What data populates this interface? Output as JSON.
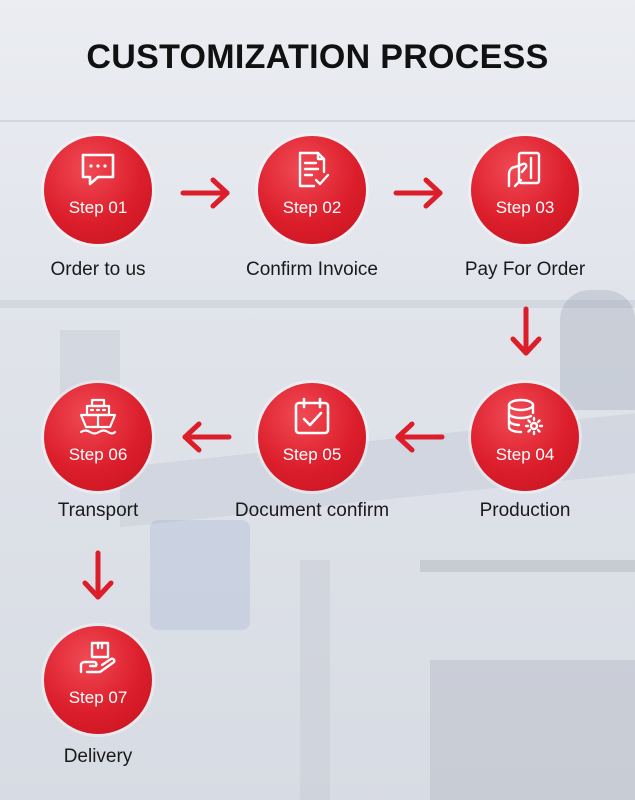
{
  "title": "CUSTOMIZATION PROCESS",
  "accent_color": "#dc1e2b",
  "steps": [
    {
      "label": "Step 01",
      "caption": "Order to us",
      "icon": "chat-bubble-icon"
    },
    {
      "label": "Step 02",
      "caption": "Confirm Invoice",
      "icon": "invoice-check-icon"
    },
    {
      "label": "Step 03",
      "caption": "Pay For Order",
      "icon": "hand-card-icon"
    },
    {
      "label": "Step 04",
      "caption": "Production",
      "icon": "database-gear-icon"
    },
    {
      "label": "Step 05",
      "caption": "Document confirm",
      "icon": "calendar-check-icon"
    },
    {
      "label": "Step 06",
      "caption": "Transport",
      "icon": "ship-icon"
    },
    {
      "label": "Step 07",
      "caption": "Delivery",
      "icon": "hand-box-icon"
    }
  ],
  "arrows": [
    {
      "from": "Step 01",
      "to": "Step 02",
      "direction": "right"
    },
    {
      "from": "Step 02",
      "to": "Step 03",
      "direction": "right"
    },
    {
      "from": "Step 03",
      "to": "Step 04",
      "direction": "down"
    },
    {
      "from": "Step 04",
      "to": "Step 05",
      "direction": "left"
    },
    {
      "from": "Step 05",
      "to": "Step 06",
      "direction": "left"
    },
    {
      "from": "Step 06",
      "to": "Step 07",
      "direction": "down"
    }
  ]
}
